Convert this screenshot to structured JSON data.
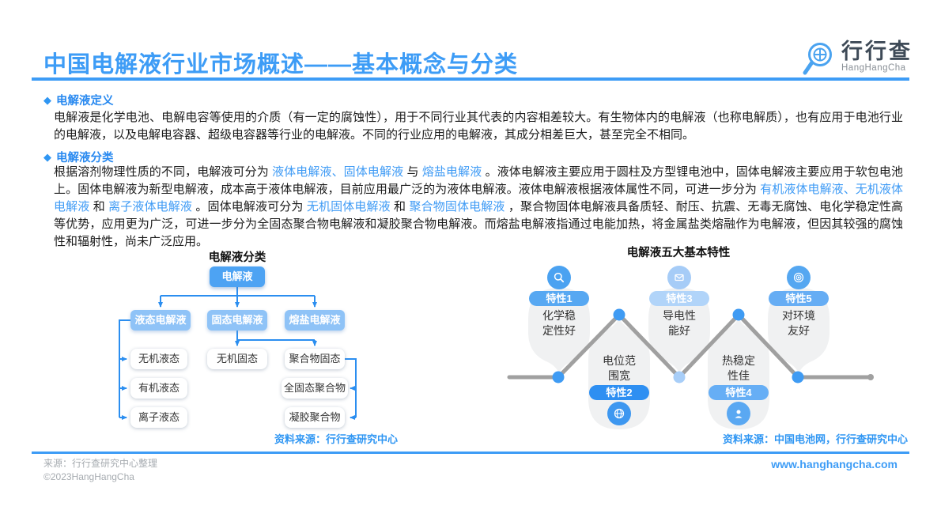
{
  "colors": {
    "accent_blue": "#3d9cf6",
    "highlight_blue": "#3f9bf5",
    "flow_root_blue": "#4da3f3",
    "flow_level2_blue": "#8fc3f7",
    "badge_strong_blue": "#2e8ff2",
    "badge_light_blue": "#b1d4f9",
    "zigzag_gray": "#a0a0a0",
    "source_blue": "#2f96f3"
  },
  "header": {
    "title": "中国电解液行业市场概述——基本概念与分类",
    "logo_cn": "行行查",
    "logo_en": "HangHangCha"
  },
  "sections": {
    "definition": {
      "bullet": "◆",
      "heading": "电解液定义",
      "text": "电解液是化学电池、电解电容等使用的介质（有一定的腐蚀性），用于不同行业其代表的内容相差较大。有生物体内的电解液（也称电解质），也有应用于电池行业的电解液，以及电解电容器、超级电容器等行业的电解液。不同的行业应用的电解液，其成分相差巨大，甚至完全不相同。"
    },
    "classification": {
      "bullet": "◆",
      "heading": "电解液分类",
      "parts": [
        {
          "t": "根据溶剂物理性质的不同，电解液可分为 "
        },
        {
          "t": "液体电解液、固体电解液"
        },
        {
          "t": " 与 "
        },
        {
          "t": "熔盐电解液"
        },
        {
          "t": " 。液体电解液主要应用于圆柱及方型锂电池中，固体电解液主要应用于软包电池上。固体电解液为新型电解液，成本高于液体电解液，目前应用最广泛的为液体电解液。液体电解液根据液体属性不同，可进一步分为 "
        },
        {
          "t": "有机液体电解液、无机液体电解液"
        },
        {
          "t": " 和 "
        },
        {
          "t": "离子液体电解液"
        },
        {
          "t": " 。固体电解液可分为 "
        },
        {
          "t": "无机固体电解液"
        },
        {
          "t": " 和 "
        },
        {
          "t": "聚合物固体电解液"
        },
        {
          "t": " ，聚合物固体电解液具备质轻、耐压、抗震、无毒无腐蚀、电化学稳定性高等优势，应用更为广泛，可进一步分为全固态聚合物电解液和凝胶聚合物电解液。而熔盐电解液指通过电能加热，将金属盐类熔融作为电解液，但因其较强的腐蚀性和辐射性，尚未广泛应用。"
        }
      ]
    }
  },
  "flowchart": {
    "title": "电解液分类",
    "root": "电解液",
    "level2": [
      "液态电解液",
      "固态电解液",
      "熔盐电解液"
    ],
    "liquid_children": [
      "无机液态",
      "有机液态",
      "离子液态"
    ],
    "solid_child": "无机固态",
    "polymer": "聚合物固态",
    "polymer_children": [
      "全固态聚合物",
      "凝胶聚合物"
    ],
    "source": "资料来源：行行查研究中心"
  },
  "features": {
    "title": "电解液五大基本特性",
    "items": [
      {
        "badge": "特性1",
        "line1": "化学稳",
        "line2": "定性好",
        "icon": "magnifier-icon"
      },
      {
        "badge": "特性2",
        "line1": "电位范",
        "line2": "围宽",
        "icon": "globe-icon"
      },
      {
        "badge": "特性3",
        "line1": "导电性",
        "line2": "能好",
        "icon": "mail-icon"
      },
      {
        "badge": "特性4",
        "line1": "热稳定",
        "line2": "性佳",
        "icon": "person-icon"
      },
      {
        "badge": "特性5",
        "line1": "对环境",
        "line2": "友好",
        "icon": "target-icon"
      }
    ],
    "source": "资料来源：中国电池网，行行查研究中心"
  },
  "footer": {
    "source_line1": "来源：行行查研究中心整理",
    "source_line2": "©2023HangHangCha",
    "website": "www.hanghangcha.com"
  }
}
